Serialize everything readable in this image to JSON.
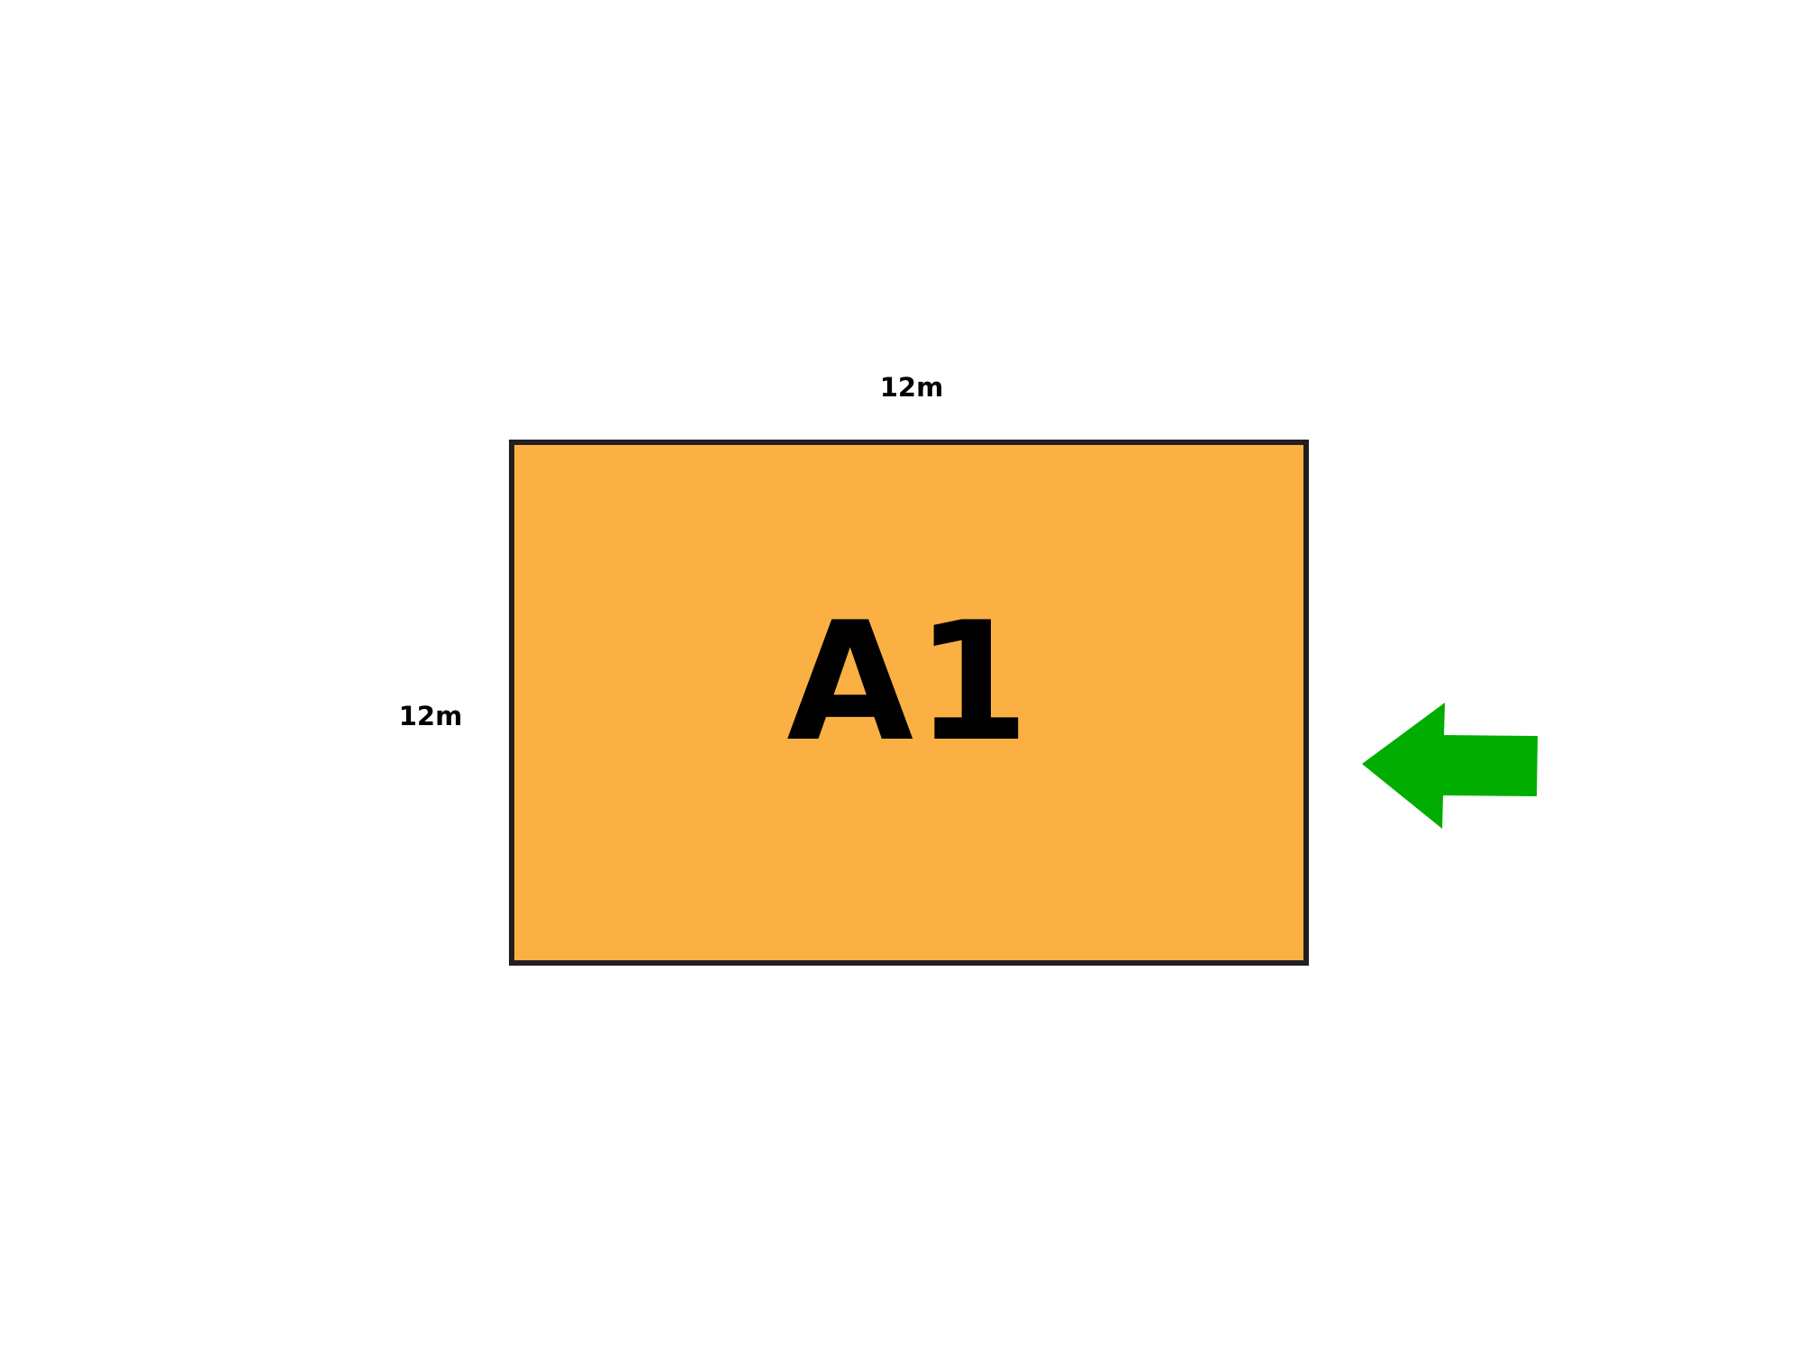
{
  "dimensions": {
    "top_label": "12m",
    "left_label": "12m"
  },
  "plot": {
    "label": "A1",
    "fill_color": "#fbb044",
    "border_color": "#231f20"
  },
  "arrow": {
    "direction": "left",
    "color": "#00ad00"
  }
}
